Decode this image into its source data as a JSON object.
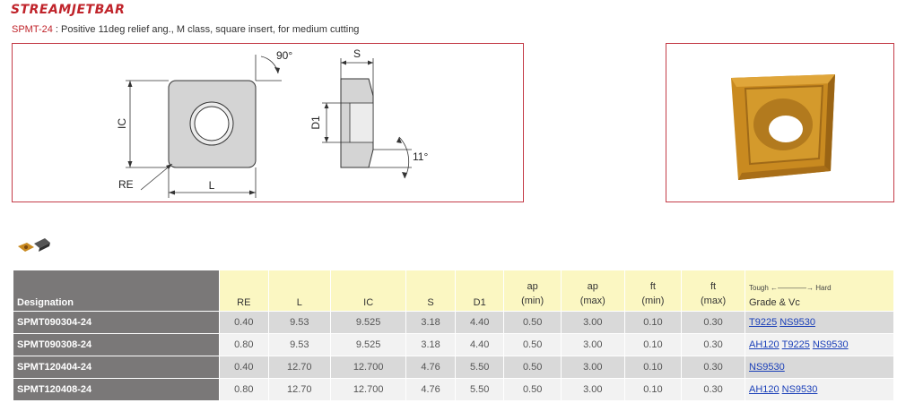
{
  "brand": {
    "name": "STREAMJETBAR",
    "color": "#c0242b"
  },
  "header": {
    "code": "SPMT-24",
    "description": " : Positive 11deg relief ang., M class, square insert, for medium cutting"
  },
  "diagram": {
    "labels": {
      "angle_top": "90°",
      "s": "S",
      "d1": "D1",
      "ic": "IC",
      "re": "RE",
      "l": "L",
      "relief": "11°"
    }
  },
  "table": {
    "headers": {
      "designation": "Designation",
      "re": "RE",
      "l": "L",
      "ic": "IC",
      "s": "S",
      "d1": "D1",
      "ap_min_top": "ap",
      "ap_min_bottom": "(min)",
      "ap_max_top": "ap",
      "ap_max_bottom": "(max)",
      "ft_min_top": "ft",
      "ft_min_bottom": "(min)",
      "ft_max_top": "ft",
      "ft_max_bottom": "(max)",
      "tough_hard": "Tough ←————→ Hard",
      "grade": "Grade & Vc"
    },
    "rows": [
      {
        "designation": "SPMT090304-24",
        "re": "0.40",
        "l": "9.53",
        "ic": "9.525",
        "s": "3.18",
        "d1": "4.40",
        "ap_min": "0.50",
        "ap_max": "3.00",
        "ft_min": "0.10",
        "ft_max": "0.30",
        "grades": [
          "T9225",
          "NS9530"
        ]
      },
      {
        "designation": "SPMT090308-24",
        "re": "0.80",
        "l": "9.53",
        "ic": "9.525",
        "s": "3.18",
        "d1": "4.40",
        "ap_min": "0.50",
        "ap_max": "3.00",
        "ft_min": "0.10",
        "ft_max": "0.30",
        "grades": [
          "AH120",
          "T9225",
          "NS9530"
        ]
      },
      {
        "designation": "SPMT120404-24",
        "re": "0.40",
        "l": "12.70",
        "ic": "12.700",
        "s": "4.76",
        "d1": "5.50",
        "ap_min": "0.50",
        "ap_max": "3.00",
        "ft_min": "0.10",
        "ft_max": "0.30",
        "grades": [
          "NS9530"
        ]
      },
      {
        "designation": "SPMT120408-24",
        "re": "0.80",
        "l": "12.70",
        "ic": "12.700",
        "s": "4.76",
        "d1": "5.50",
        "ap_min": "0.50",
        "ap_max": "3.00",
        "ft_min": "0.10",
        "ft_max": "0.30",
        "grades": [
          "AH120",
          "NS9530"
        ]
      }
    ]
  }
}
